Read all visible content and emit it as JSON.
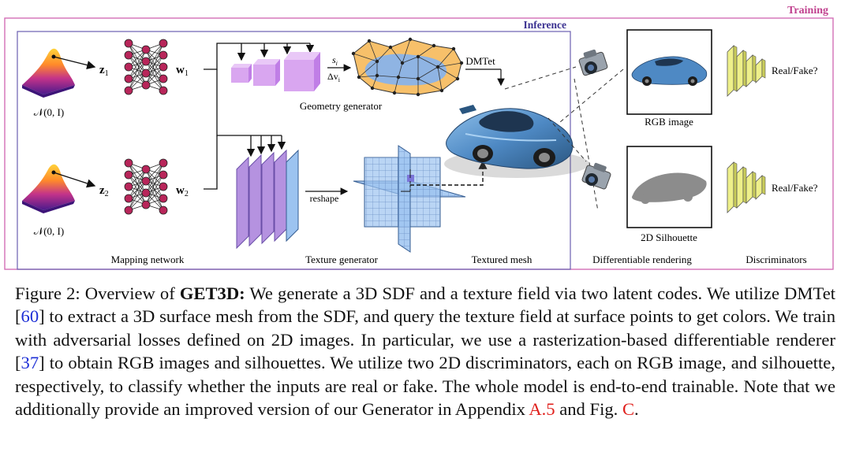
{
  "figure": {
    "labels": {
      "training": "Training",
      "inference": "Inference",
      "z1": "z",
      "z1_sub": "1",
      "z2": "z",
      "z2_sub": "2",
      "w1": "w",
      "w1_sub": "1",
      "w2": "w",
      "w2_sub": "2",
      "normal_top": "𝒩(0, I)",
      "normal_bottom": "𝒩(0, I)",
      "s_i": "s",
      "s_i_sub": "i",
      "dv_i": "Δv",
      "dv_i_sub": "i",
      "dmtet": "DMTet",
      "geometry_generator": "Geometry generator",
      "reshape": "reshape",
      "rgb_image": "RGB image",
      "silhouette": "2D Silhouette",
      "real_fake_top": "Real/Fake?",
      "real_fake_bottom": "Real/Fake?",
      "mapping_network": "Mapping network",
      "texture_generator": "Texture generator",
      "textured_mesh": "Textured mesh",
      "differentiable_rendering": "Differentiable rendering",
      "discriminators": "Discriminators"
    },
    "colors": {
      "training_border": "#d36fb6",
      "training_text": "#c0408e",
      "inference_border": "#6a5fb0",
      "inference_text": "#3b3291",
      "cube": "#d9a6f0",
      "texture_plane": "#b592e0",
      "triplane": "#9cc3f0",
      "discriminator": "#eef08a",
      "neuron": "#b8265a",
      "car_blue": "#4e89c4"
    }
  },
  "caption": {
    "prefix": "Figure 2: Overview of ",
    "bold": "GET3D:",
    "part1": " We generate a 3D SDF and a texture field via two latent codes. We utilize DMTet [",
    "ref1": "60",
    "part2": "] to extract a 3D surface mesh from the SDF, and query the texture field at surface points to get colors. We train with adversarial losses defined on 2D images. In particular, we use a rasterization-based differentiable renderer [",
    "ref2": "37",
    "part3": "] to obtain RGB images and silhouettes. We utilize two 2D discriminators, each on RGB image, and silhouette, respectively, to classify whether the inputs are real or fake. The whole model is end-to-end trainable. Note that we additionally provide an improved version of our Generator in Appendix ",
    "ref3": "A.5",
    "part4": " and Fig. ",
    "ref4": "C",
    "part5": "."
  }
}
